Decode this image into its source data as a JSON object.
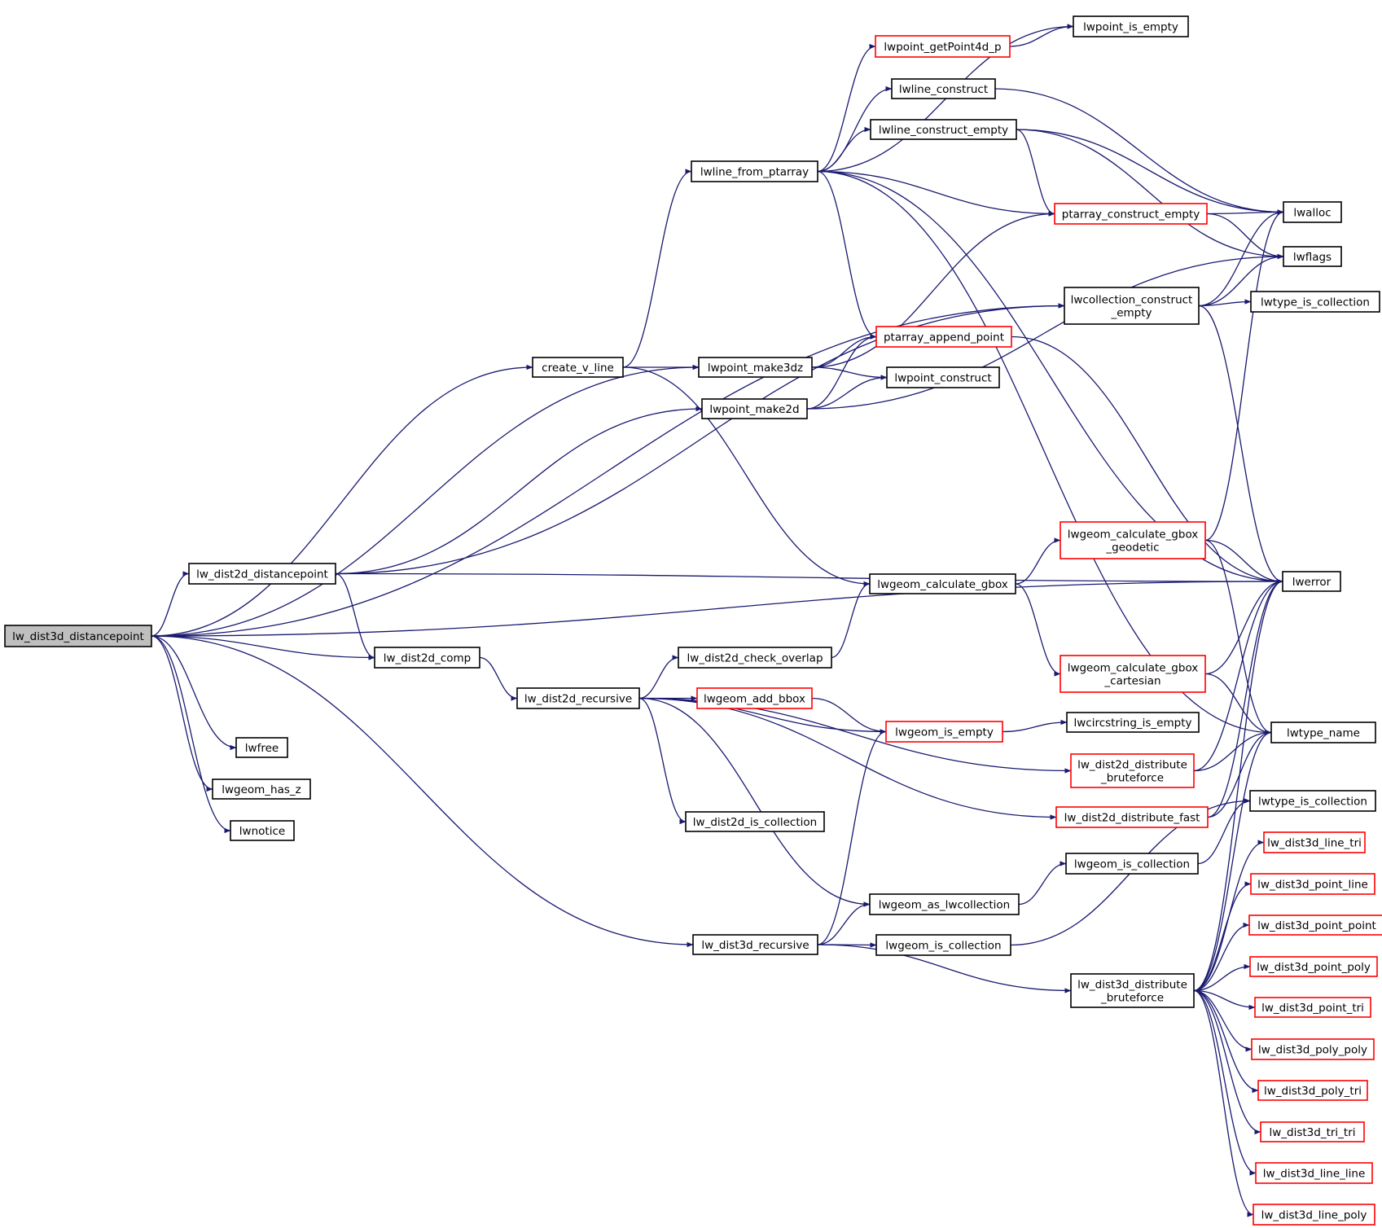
{
  "colors": {
    "edge": "#191970",
    "box_black": "#000000",
    "box_red": "#ff0000",
    "root_fill": "#bfbfbf",
    "background": "#ffffff"
  },
  "nodes": [
    {
      "id": "n1",
      "lines": [
        "lw_dist3d_distancepoint"
      ],
      "border": "black",
      "root": true
    },
    {
      "id": "n2",
      "lines": [
        "create_v_line"
      ],
      "border": "black"
    },
    {
      "id": "n3",
      "lines": [
        "lwpoint_make3dz"
      ],
      "border": "black"
    },
    {
      "id": "n4",
      "lines": [
        "lwpoint_make2d"
      ],
      "border": "black"
    },
    {
      "id": "n5",
      "lines": [
        "lwcollection_construct",
        "_empty"
      ],
      "border": "black"
    },
    {
      "id": "n6",
      "lines": [
        "lw_dist2d_distancepoint"
      ],
      "border": "black"
    },
    {
      "id": "n7",
      "lines": [
        "lwerror"
      ],
      "border": "black"
    },
    {
      "id": "n8",
      "lines": [
        "lw_dist2d_comp"
      ],
      "border": "black"
    },
    {
      "id": "n9",
      "lines": [
        "lwfree"
      ],
      "border": "black"
    },
    {
      "id": "n10",
      "lines": [
        "lwgeom_has_z"
      ],
      "border": "black"
    },
    {
      "id": "n11",
      "lines": [
        "lwnotice"
      ],
      "border": "black"
    },
    {
      "id": "n12",
      "lines": [
        "lw_dist3d_recursive"
      ],
      "border": "black"
    },
    {
      "id": "n13",
      "lines": [
        "lwline_from_ptarray"
      ],
      "border": "black"
    },
    {
      "id": "n14",
      "lines": [
        "lwgeom_calculate_gbox"
      ],
      "border": "black"
    },
    {
      "id": "n15",
      "lines": [
        "lwpoint_is_empty"
      ],
      "border": "black"
    },
    {
      "id": "n16",
      "lines": [
        "lwpoint_getPoint4d_p"
      ],
      "border": "red"
    },
    {
      "id": "n17",
      "lines": [
        "lwline_construct"
      ],
      "border": "black"
    },
    {
      "id": "n18",
      "lines": [
        "lwline_construct_empty"
      ],
      "border": "black"
    },
    {
      "id": "n19",
      "lines": [
        "ptarray_construct_empty"
      ],
      "border": "red"
    },
    {
      "id": "n20",
      "lines": [
        "lwalloc"
      ],
      "border": "black"
    },
    {
      "id": "n21",
      "lines": [
        "lwflags"
      ],
      "border": "black"
    },
    {
      "id": "n22",
      "lines": [
        "lwtype_is_collection"
      ],
      "border": "black"
    },
    {
      "id": "n23",
      "lines": [
        "ptarray_append_point"
      ],
      "border": "red"
    },
    {
      "id": "n24",
      "lines": [
        "lwpoint_construct"
      ],
      "border": "black"
    },
    {
      "id": "n25",
      "lines": [
        "lwgeom_calculate_gbox",
        "_geodetic"
      ],
      "border": "red"
    },
    {
      "id": "n26",
      "lines": [
        "lwgeom_calculate_gbox",
        "_cartesian"
      ],
      "border": "red"
    },
    {
      "id": "n27",
      "lines": [
        "lwtype_name"
      ],
      "border": "black"
    },
    {
      "id": "n28",
      "lines": [
        "lw_dist2d_recursive"
      ],
      "border": "black"
    },
    {
      "id": "n29",
      "lines": [
        "lw_dist2d_check_overlap"
      ],
      "border": "black"
    },
    {
      "id": "n30",
      "lines": [
        "lwgeom_add_bbox"
      ],
      "border": "red"
    },
    {
      "id": "n31",
      "lines": [
        "lwgeom_is_empty"
      ],
      "border": "red"
    },
    {
      "id": "n32",
      "lines": [
        "lwcircstring_is_empty"
      ],
      "border": "black"
    },
    {
      "id": "n33",
      "lines": [
        "lw_dist2d_distribute",
        "_bruteforce"
      ],
      "border": "red"
    },
    {
      "id": "n34",
      "lines": [
        "lw_dist2d_distribute_fast"
      ],
      "border": "red"
    },
    {
      "id": "n35",
      "lines": [
        "lw_dist2d_is_collection"
      ],
      "border": "black"
    },
    {
      "id": "n36",
      "lines": [
        "lwtype_is_collection"
      ],
      "border": "black"
    },
    {
      "id": "n37",
      "lines": [
        "lwgeom_is_collection"
      ],
      "border": "black"
    },
    {
      "id": "n38",
      "lines": [
        "lwgeom_as_lwcollection"
      ],
      "border": "black"
    },
    {
      "id": "n39",
      "lines": [
        "lwgeom_is_collection"
      ],
      "border": "black"
    },
    {
      "id": "n40",
      "lines": [
        "lw_dist3d_distribute",
        "_bruteforce"
      ],
      "border": "black"
    },
    {
      "id": "n41",
      "lines": [
        "lw_dist3d_line_tri"
      ],
      "border": "red"
    },
    {
      "id": "n42",
      "lines": [
        "lw_dist3d_point_line"
      ],
      "border": "red"
    },
    {
      "id": "n43",
      "lines": [
        "lw_dist3d_point_point"
      ],
      "border": "red"
    },
    {
      "id": "n44",
      "lines": [
        "lw_dist3d_point_poly"
      ],
      "border": "red"
    },
    {
      "id": "n45",
      "lines": [
        "lw_dist3d_point_tri"
      ],
      "border": "red"
    },
    {
      "id": "n46",
      "lines": [
        "lw_dist3d_poly_poly"
      ],
      "border": "red"
    },
    {
      "id": "n47",
      "lines": [
        "lw_dist3d_poly_tri"
      ],
      "border": "red"
    },
    {
      "id": "n48",
      "lines": [
        "lw_dist3d_tri_tri"
      ],
      "border": "red"
    },
    {
      "id": "n49",
      "lines": [
        "lw_dist3d_line_line"
      ],
      "border": "red"
    },
    {
      "id": "n50",
      "lines": [
        "lw_dist3d_line_poly"
      ],
      "border": "red"
    }
  ],
  "edges": [
    [
      "n1",
      "n2"
    ],
    [
      "n1",
      "n3"
    ],
    [
      "n1",
      "n5"
    ],
    [
      "n1",
      "n6"
    ],
    [
      "n1",
      "n7"
    ],
    [
      "n1",
      "n8"
    ],
    [
      "n1",
      "n9"
    ],
    [
      "n1",
      "n10"
    ],
    [
      "n1",
      "n11"
    ],
    [
      "n1",
      "n12"
    ],
    [
      "n2",
      "n13"
    ],
    [
      "n2",
      "n3"
    ],
    [
      "n2",
      "n14"
    ],
    [
      "n13",
      "n15"
    ],
    [
      "n13",
      "n16"
    ],
    [
      "n13",
      "n17"
    ],
    [
      "n13",
      "n18"
    ],
    [
      "n13",
      "n19"
    ],
    [
      "n13",
      "n23"
    ],
    [
      "n13",
      "n7"
    ],
    [
      "n13",
      "n27"
    ],
    [
      "n16",
      "n15"
    ],
    [
      "n17",
      "n20"
    ],
    [
      "n18",
      "n20"
    ],
    [
      "n18",
      "n19"
    ],
    [
      "n18",
      "n21"
    ],
    [
      "n19",
      "n20"
    ],
    [
      "n19",
      "n21"
    ],
    [
      "n3",
      "n19"
    ],
    [
      "n3",
      "n23"
    ],
    [
      "n3",
      "n24"
    ],
    [
      "n4",
      "n23"
    ],
    [
      "n4",
      "n24"
    ],
    [
      "n4",
      "n21"
    ],
    [
      "n5",
      "n20"
    ],
    [
      "n5",
      "n21"
    ],
    [
      "n5",
      "n22"
    ],
    [
      "n5",
      "n7"
    ],
    [
      "n23",
      "n7"
    ],
    [
      "n6",
      "n4"
    ],
    [
      "n6",
      "n5"
    ],
    [
      "n6",
      "n7"
    ],
    [
      "n6",
      "n8"
    ],
    [
      "n8",
      "n28"
    ],
    [
      "n14",
      "n25"
    ],
    [
      "n14",
      "n26"
    ],
    [
      "n25",
      "n20"
    ],
    [
      "n25",
      "n7"
    ],
    [
      "n25",
      "n27"
    ],
    [
      "n26",
      "n7"
    ],
    [
      "n26",
      "n27"
    ],
    [
      "n28",
      "n29"
    ],
    [
      "n28",
      "n30"
    ],
    [
      "n28",
      "n31"
    ],
    [
      "n28",
      "n33"
    ],
    [
      "n28",
      "n34"
    ],
    [
      "n28",
      "n35"
    ],
    [
      "n28",
      "n38"
    ],
    [
      "n29",
      "n14"
    ],
    [
      "n30",
      "n31"
    ],
    [
      "n31",
      "n32"
    ],
    [
      "n33",
      "n7"
    ],
    [
      "n33",
      "n27"
    ],
    [
      "n34",
      "n7"
    ],
    [
      "n34",
      "n27"
    ],
    [
      "n37",
      "n36"
    ],
    [
      "n38",
      "n37"
    ],
    [
      "n12",
      "n31"
    ],
    [
      "n12",
      "n38"
    ],
    [
      "n12",
      "n39"
    ],
    [
      "n12",
      "n40"
    ],
    [
      "n39",
      "n36"
    ],
    [
      "n40",
      "n7"
    ],
    [
      "n40",
      "n27"
    ],
    [
      "n40",
      "n41"
    ],
    [
      "n40",
      "n42"
    ],
    [
      "n40",
      "n43"
    ],
    [
      "n40",
      "n44"
    ],
    [
      "n40",
      "n45"
    ],
    [
      "n40",
      "n46"
    ],
    [
      "n40",
      "n47"
    ],
    [
      "n40",
      "n48"
    ],
    [
      "n40",
      "n49"
    ],
    [
      "n40",
      "n50"
    ]
  ]
}
